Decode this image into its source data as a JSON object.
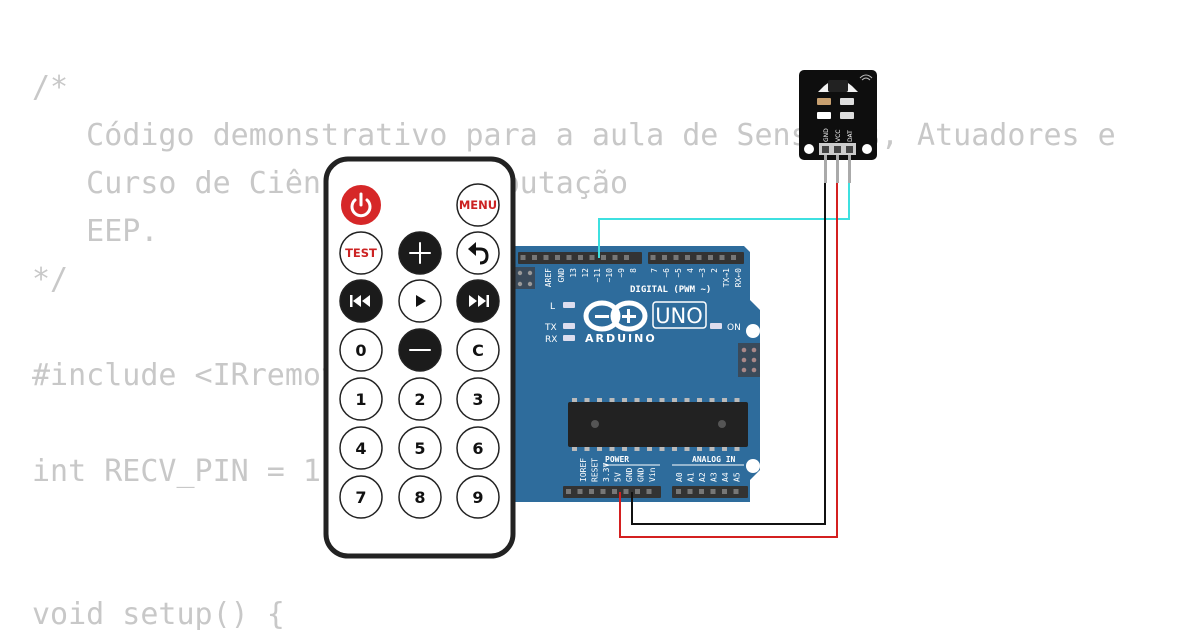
{
  "code_lines": [
    "/*",
    "   Código demonstrativo para a aula de Sensores, Atuadores e",
    "   Curso de Ciência da Computação",
    "   EEP.",
    "*/",
    "#include <IRremote.h>",
    "int RECV_PIN = 11;",
    "void setup() {"
  ],
  "remote": {
    "buttons": [
      {
        "label": "",
        "icon": "power-icon",
        "style": "red"
      },
      {
        "label": "MENU",
        "style": "white-red-text"
      },
      {
        "label": "TEST",
        "style": "white-red-text"
      },
      {
        "label": "",
        "icon": "plus-icon",
        "style": "black"
      },
      {
        "label": "",
        "icon": "back-icon",
        "style": "white"
      },
      {
        "label": "",
        "icon": "rewind-icon",
        "style": "black"
      },
      {
        "label": "",
        "icon": "play-icon",
        "style": "white"
      },
      {
        "label": "",
        "icon": "fast-forward-icon",
        "style": "black"
      },
      {
        "label": "0",
        "style": "white"
      },
      {
        "label": "",
        "icon": "minus-icon",
        "style": "black"
      },
      {
        "label": "C",
        "style": "white"
      },
      {
        "label": "1",
        "style": "white"
      },
      {
        "label": "2",
        "style": "white"
      },
      {
        "label": "3",
        "style": "white"
      },
      {
        "label": "4",
        "style": "white"
      },
      {
        "label": "5",
        "style": "white"
      },
      {
        "label": "6",
        "style": "white"
      },
      {
        "label": "7",
        "style": "white"
      },
      {
        "label": "8",
        "style": "white"
      },
      {
        "label": "9",
        "style": "white"
      }
    ]
  },
  "arduino": {
    "logo_text": "ARDUINO",
    "model": "UNO",
    "digital_label": "DIGITAL (PWM ~)",
    "digital_pins": [
      "AREF",
      "GND",
      "13",
      "12",
      "~11",
      "~10",
      "~9",
      "8",
      "7",
      "~6",
      "~5",
      "4",
      "~3",
      "2",
      "TX→1",
      "RX←0"
    ],
    "power_label": "POWER",
    "power_pins": [
      "IOREF",
      "RESET",
      "3.3V",
      "5V",
      "GND",
      "GND",
      "Vin"
    ],
    "analog_label": "ANALOG IN",
    "analog_pins": [
      "A0",
      "A1",
      "A2",
      "A3",
      "A4",
      "A5"
    ],
    "led_l": "L",
    "led_tx": "TX",
    "led_rx": "RX",
    "led_on": "ON"
  },
  "ir_sensor": {
    "pins": [
      "GND",
      "VCC",
      "DAT"
    ]
  },
  "colors": {
    "board": "#2e6c9c",
    "signal_wire": "#3ee0e0",
    "vcc_wire": "#d42020",
    "gnd_wire": "#111111",
    "power_button": "#d62728",
    "code_text": "#c8c8c8"
  }
}
